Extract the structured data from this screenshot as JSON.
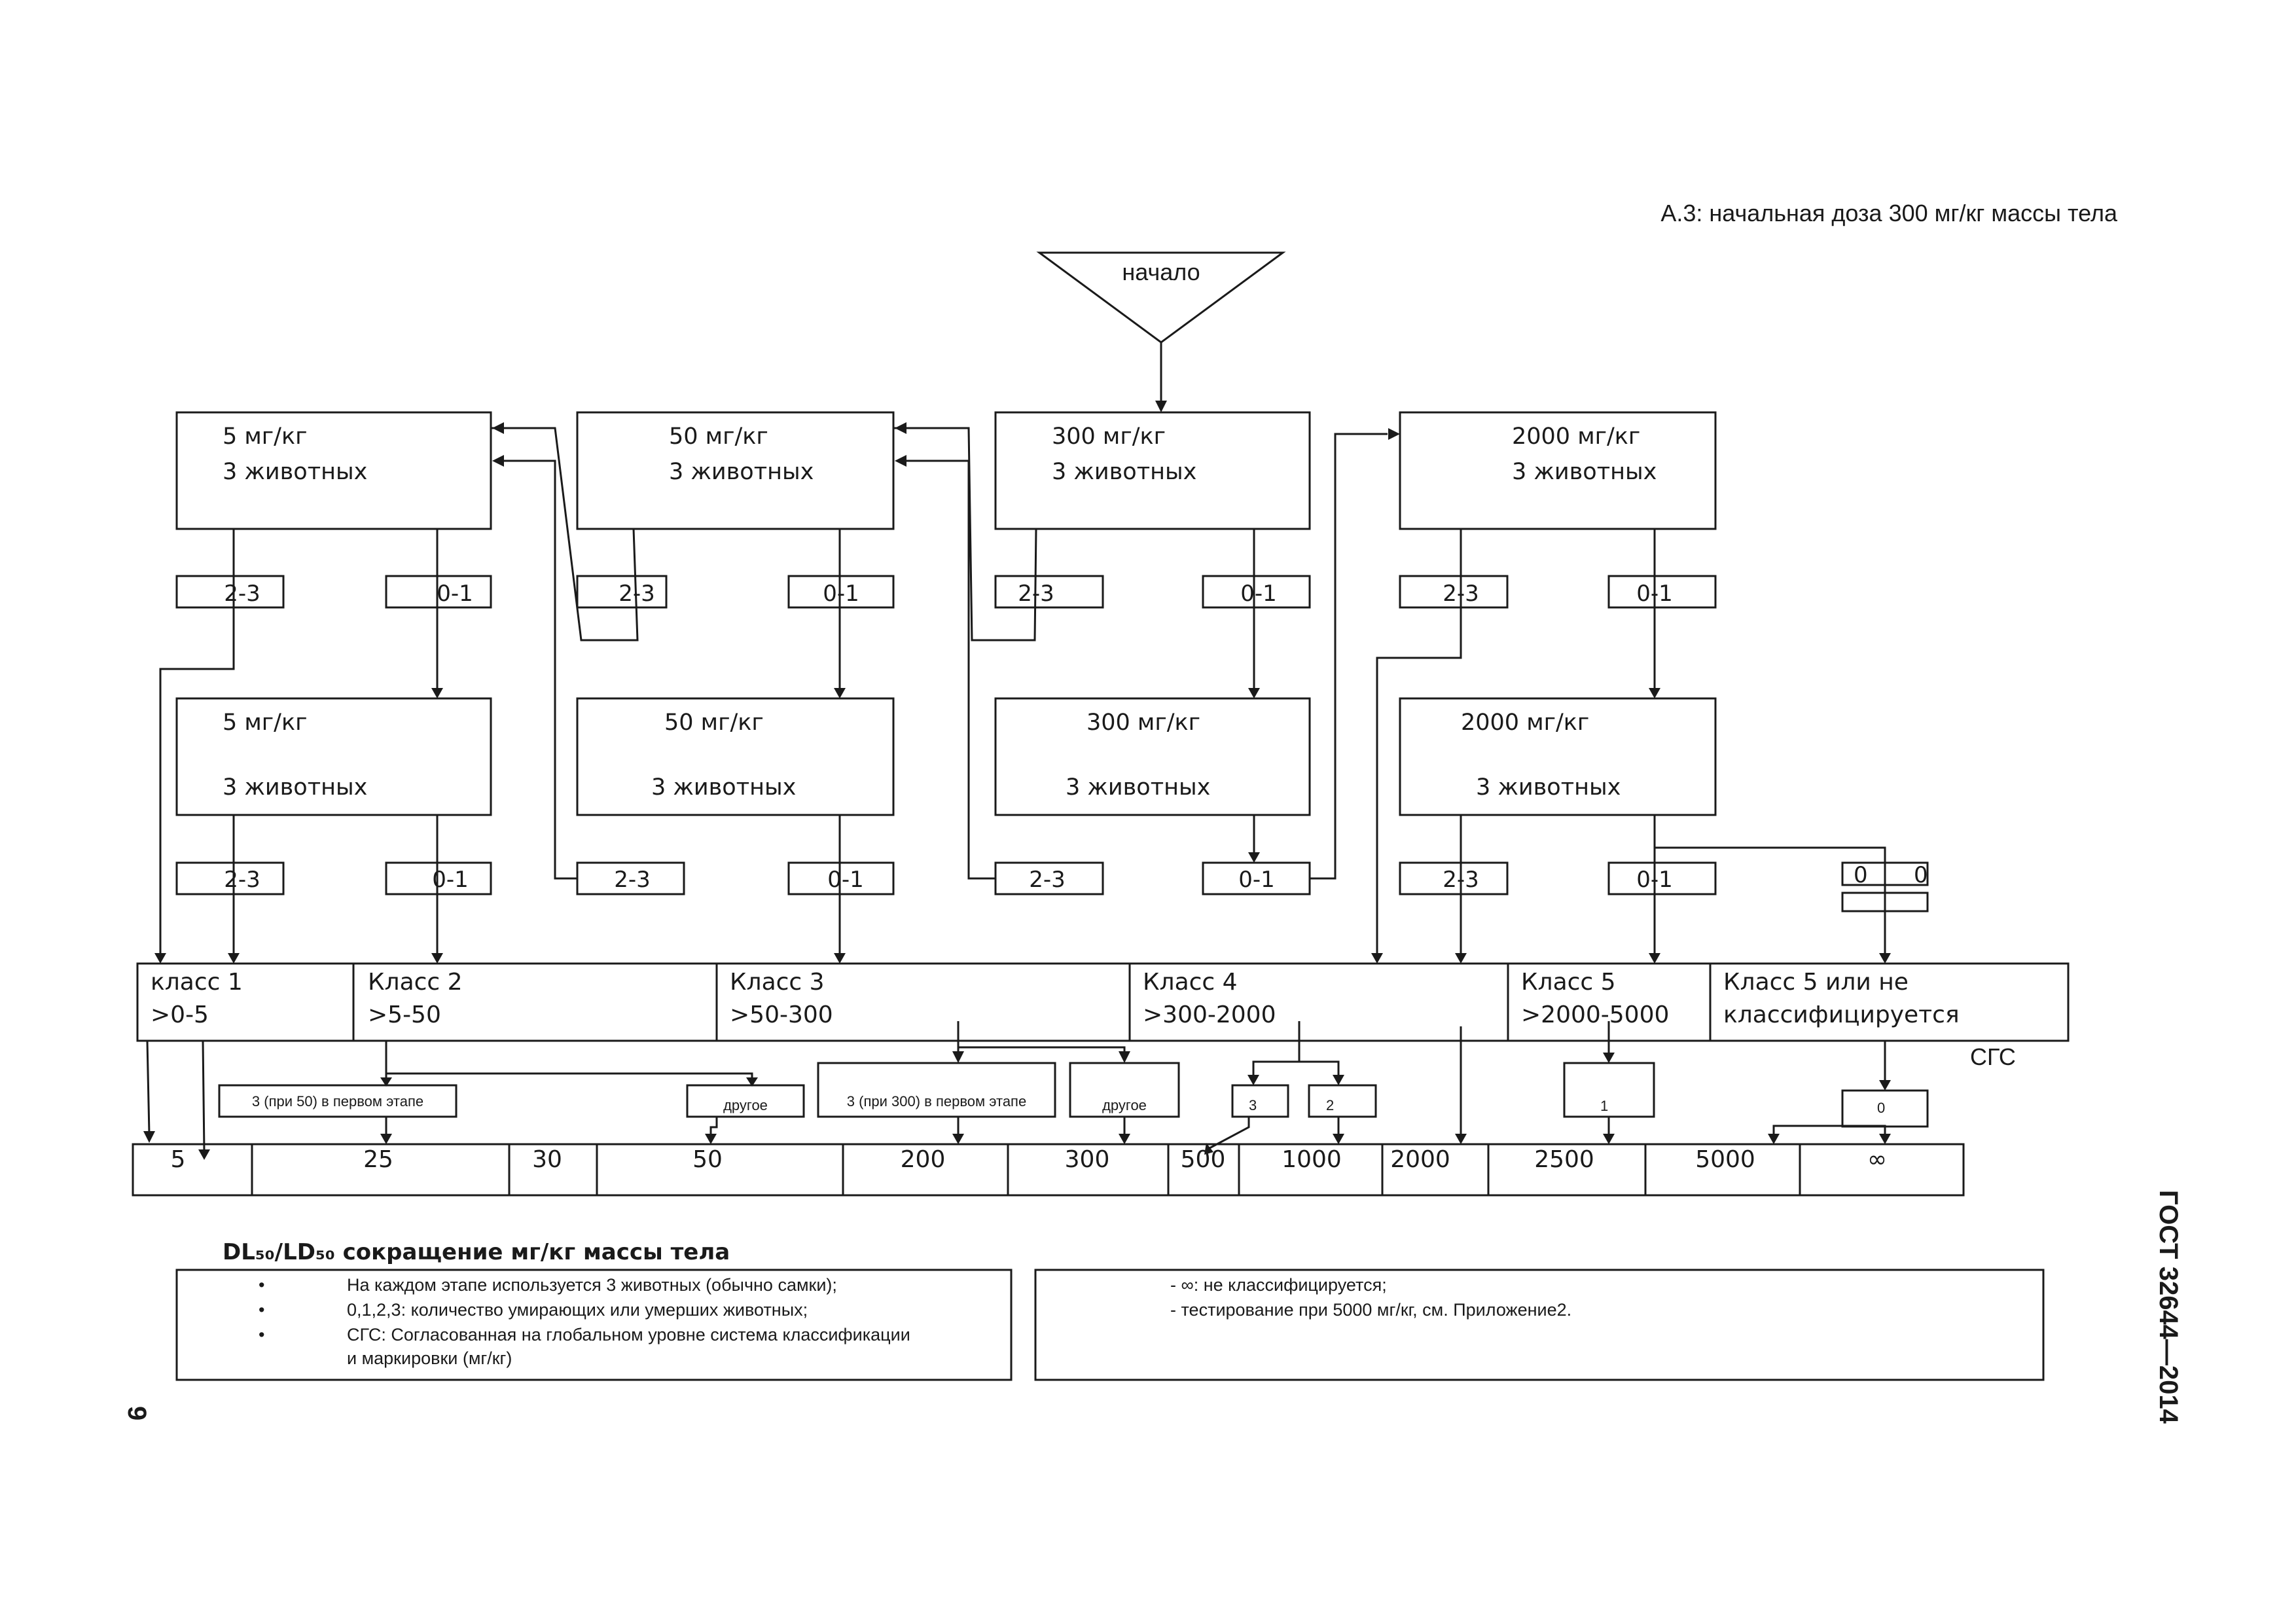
{
  "header": {
    "figure_title": "А.3: начальная доза 300 мг/кг массы тела",
    "gost": "ГОСТ 32644—2014",
    "page_number": "9"
  },
  "start": "начало",
  "dose_boxes_row1": [
    {
      "dose": "5 мг/кг",
      "animals": "3 животных"
    },
    {
      "dose": "50 мг/кг",
      "animals": "3 животных"
    },
    {
      "dose": "300 мг/кг",
      "animals": "3 животных"
    },
    {
      "dose": "2000 мг/кг",
      "animals": "3 животных"
    }
  ],
  "dose_boxes_row2": [
    {
      "dose": "5 мг/кг",
      "animals": "3 животных"
    },
    {
      "dose": "50 мг/кг",
      "animals": "3 животных"
    },
    {
      "dose": "300 мг/кг",
      "animals": "3 животных"
    },
    {
      "dose": "2000 мг/кг",
      "animals": "3 животных"
    }
  ],
  "results_row1": [
    "2-3",
    "0-1",
    "2-3",
    "0-1",
    "2-3",
    "0-1",
    "2-3",
    "0-1"
  ],
  "results_row2": [
    "2-3",
    "0-1",
    "2-3",
    "0-1",
    "2-3",
    "0-1",
    "2-3",
    "0-1",
    "0",
    "0"
  ],
  "classes": [
    {
      "name": "класс 1",
      "range": ">0-5"
    },
    {
      "name": "Класс 2",
      "range": ">5-50"
    },
    {
      "name": "Класс 3",
      "range": ">50-300"
    },
    {
      "name": "Класс 4",
      "range": ">300-2000"
    },
    {
      "name": "Класс 5",
      "range": ">2000-5000"
    },
    {
      "name": "Класс 5 или не",
      "range": "классифицируется"
    }
  ],
  "ghs_label": "СГС",
  "sub_boxes": [
    "3 (при 50) в первом этапе",
    "другое",
    "3 (при 300) в первом этапе",
    "другое",
    "3",
    "2",
    "1",
    "0"
  ],
  "scale_values": [
    "5",
    "25",
    "30",
    "50",
    "200",
    "300",
    "500",
    "1000",
    "2000",
    "2500",
    "5000",
    "∞"
  ],
  "legend": {
    "title": "DL₅₀/LD₅₀ сокращение мг/кг массы тела",
    "bullet": "•",
    "left_items": [
      "На каждом этапе используется 3 животных (обычно самки);",
      "0,1,2,3:  количество умирающих или умерших животных;",
      "СГС: Согласованная на глобальном уровне система классификации",
      "и маркировки (мг/кг)"
    ],
    "right_items": [
      "- ∞: не классифицируется;",
      "- тестирование при 5000 мг/кг, см. Приложение2."
    ]
  }
}
